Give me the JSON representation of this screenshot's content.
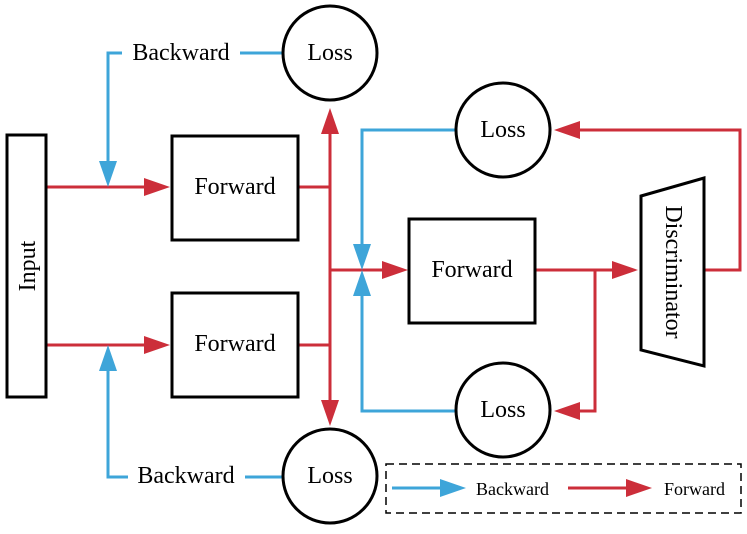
{
  "colors": {
    "forward": "#cc2e3a",
    "backward": "#3ea5d9",
    "stroke": "#000000"
  },
  "nodes": {
    "input": "Input",
    "forward_top": "Forward",
    "forward_bottom": "Forward",
    "forward_right": "Forward",
    "discriminator": "Discriminator",
    "loss_top": "Loss",
    "loss_bottom": "Loss",
    "loss_right_top": "Loss",
    "loss_right_bottom": "Loss"
  },
  "labels": {
    "backward_top": "Backward",
    "backward_bottom": "Backward"
  },
  "legend": {
    "backward": "Backward",
    "forward": "Forward"
  }
}
